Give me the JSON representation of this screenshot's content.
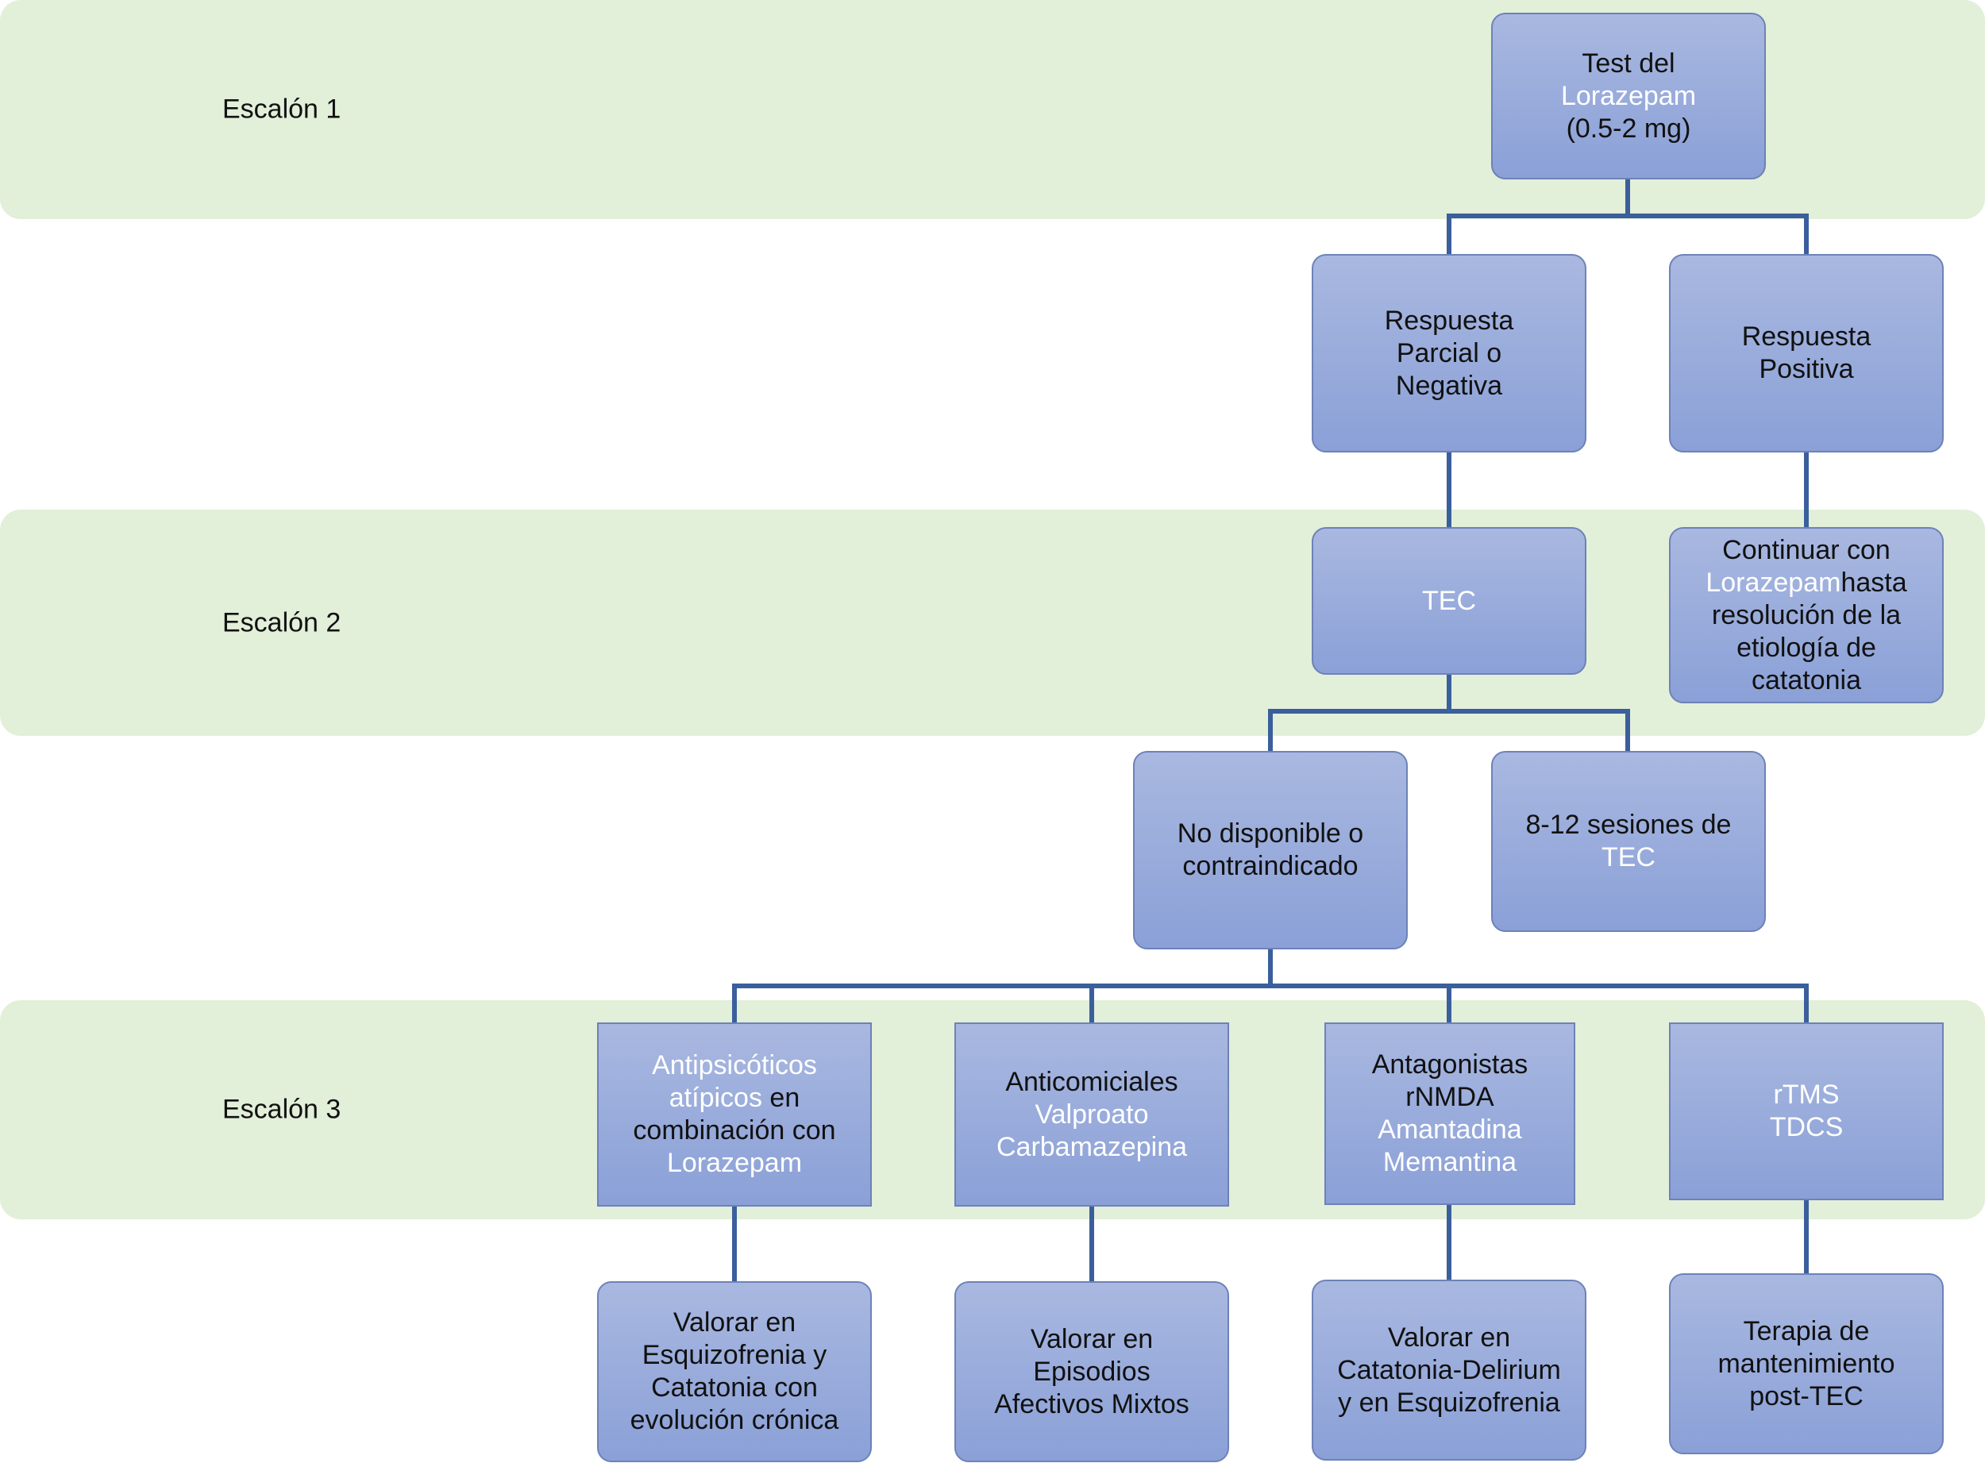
{
  "bands": [
    {
      "label": "Escalón 1"
    },
    {
      "label": "Escalón 2"
    },
    {
      "label": "Escalón 3"
    }
  ],
  "nodes": {
    "test_lorazepam": [
      "Test del",
      "Lorazepam",
      "(0.5-2 mg)"
    ],
    "respuesta_parcial": [
      "Respuesta",
      "Parcial o",
      "Negativa"
    ],
    "respuesta_positiva": [
      "Respuesta",
      "Positiva"
    ],
    "tec": [
      "TEC"
    ],
    "continuar": [
      "Continuar con",
      "Lorazepam",
      "hasta",
      "resolución de la",
      "etiología de",
      "catatonia"
    ],
    "no_disponible": [
      "No disponible o",
      "contraindicado"
    ],
    "sesiones": [
      "8-12 sesiones de",
      "TEC"
    ],
    "antipsicoticos": [
      "Antipsicóticos",
      "atípicos",
      "en",
      "combinación con",
      "Lorazepam"
    ],
    "anticomiciales": [
      "Anticomiciales",
      "Valproato",
      "Carbamazepina"
    ],
    "antagonistas": [
      "Antagonistas",
      "rNMDA",
      "Amantadina",
      "Memantina"
    ],
    "rtms": [
      "rTMS",
      "TDCS"
    ],
    "valorar_esquizofrenia": [
      "Valorar en",
      "Esquizofrenia y",
      "Catatonia con",
      "evolución crónica"
    ],
    "valorar_episodios": [
      "Valorar en",
      "Episodios",
      "Afectivos Mixtos"
    ],
    "valorar_delirium": [
      "Valorar en",
      "Catatonia-Delirium",
      "y en Esquizofrenia"
    ],
    "terapia": [
      "Terapia de",
      "mantenimiento",
      "post-TEC"
    ]
  },
  "colors": {
    "band": "#e2efd9",
    "box_top": "#a9b8e0",
    "box_bottom": "#8aa0d7",
    "connector": "#3a5f9c",
    "highlight_text": "#ffffff"
  }
}
